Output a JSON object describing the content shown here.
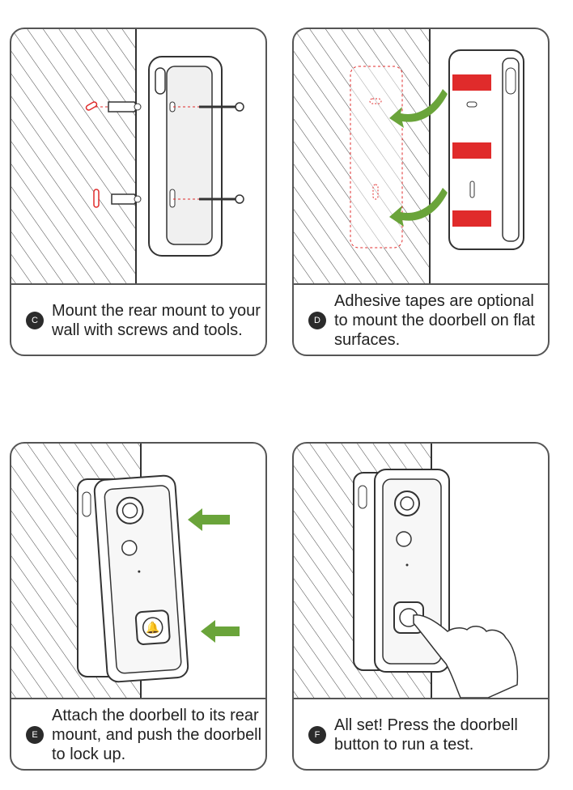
{
  "steps": [
    {
      "letter": "C",
      "text": "Mount the rear mount to your wall with screws and tools."
    },
    {
      "letter": "D",
      "text": "Adhesive tapes are optional to mount the doorbell on flat surfaces."
    },
    {
      "letter": "E",
      "text": "Attach the doorbell to its rear mount, and push the doorbell to lock up."
    },
    {
      "letter": "F",
      "text": "All set! Press the doorbell button to run a test."
    }
  ],
  "colors": {
    "border": "#555555",
    "badge": "#2b2b2b",
    "accent_red": "#e02b2b",
    "accent_green": "#6aa43a"
  }
}
